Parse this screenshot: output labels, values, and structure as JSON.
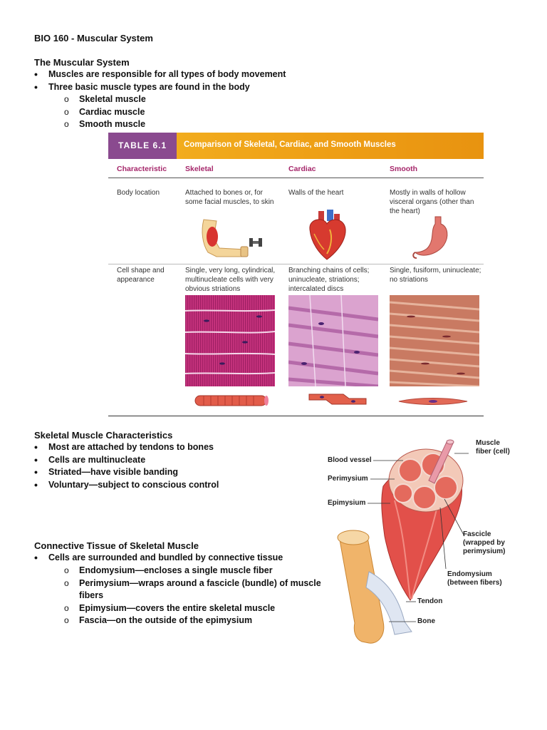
{
  "doc": {
    "title": "BIO 160 - Muscular System",
    "section1": {
      "heading": "The Muscular System",
      "bullets": [
        "Muscles are responsible for all types of body movement",
        "Three basic muscle types are found in the body"
      ],
      "sub": [
        "Skeletal muscle",
        "Cardiac muscle",
        "Smooth muscle"
      ]
    },
    "section2": {
      "heading": "Skeletal Muscle Characteristics",
      "bullets": [
        "Most are attached by tendons to bones",
        "Cells are multinucleate",
        "Striated—have visible banding",
        "Voluntary—subject to conscious control"
      ]
    },
    "section3": {
      "heading": "Connective Tissue of Skeletal Muscle",
      "bullet": "Cells are surrounded and bundled by connective tissue",
      "sub": [
        "Endomysium—encloses a single muscle fiber",
        "Perimysium—wraps around a fascicle (bundle) of muscle fibers",
        "Epimysium—covers the entire skeletal muscle",
        "Fascia—on the outside of the epimysium"
      ]
    }
  },
  "table": {
    "label": "TABLE 6.1",
    "title": "Comparison of Skeletal, Cardiac, and Smooth Muscles",
    "headers": [
      "Characteristic",
      "Skeletal",
      "Cardiac",
      "Smooth"
    ],
    "rows": [
      {
        "name": "Body location",
        "skeletal": "Attached to bones or, for some facial muscles, to skin",
        "cardiac": "Walls of the heart",
        "smooth": "Mostly in walls of hollow visceral organs (other than the heart)"
      },
      {
        "name": "Cell shape and appearance",
        "skeletal": "Single, very long, cylindrical, multinucleate cells with very obvious striations",
        "cardiac": "Branching chains of cells; uninucleate, striations; intercalated discs",
        "smooth": "Single, fusiform, uninucleate; no striations"
      }
    ],
    "colors": {
      "bar": "#ee9e15",
      "label_box": "#8a4a8f",
      "header_text": "#a5266a"
    }
  },
  "figure": {
    "labels": {
      "blood_vessel": "Blood vessel",
      "perimysium": "Perimysium",
      "epimysium": "Epimysium",
      "muscle_fiber": "Muscle fiber (cell)",
      "fascicle": "Fascicle (wrapped by perimysium)",
      "endomysium": "Endomysium (between fibers)",
      "tendon": "Tendon",
      "bone": "Bone"
    }
  }
}
